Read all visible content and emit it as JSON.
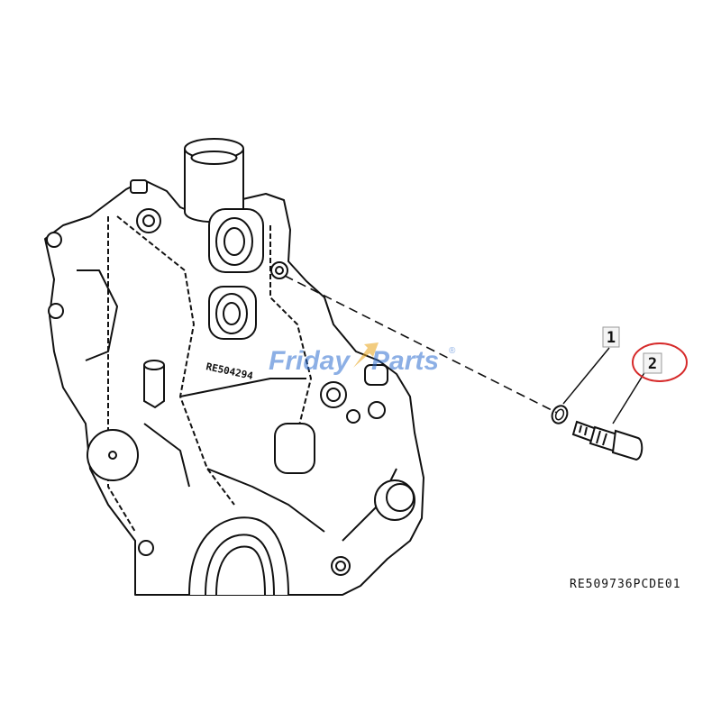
{
  "diagram": {
    "callouts": [
      {
        "label": "1",
        "part": "o-ring"
      },
      {
        "label": "2",
        "part": "sensor",
        "highlighted": true
      }
    ],
    "reference_code": "RE509736PCDE01",
    "casting_marking": "RE504294",
    "watermark": {
      "brand_left": "Friday",
      "brand_right": "Parts",
      "mark": "®"
    },
    "colors": {
      "line": "#111111",
      "highlight": "#d62a2a",
      "watermark": "#2f6fd0",
      "watermark_accent": "#e8a317"
    }
  }
}
